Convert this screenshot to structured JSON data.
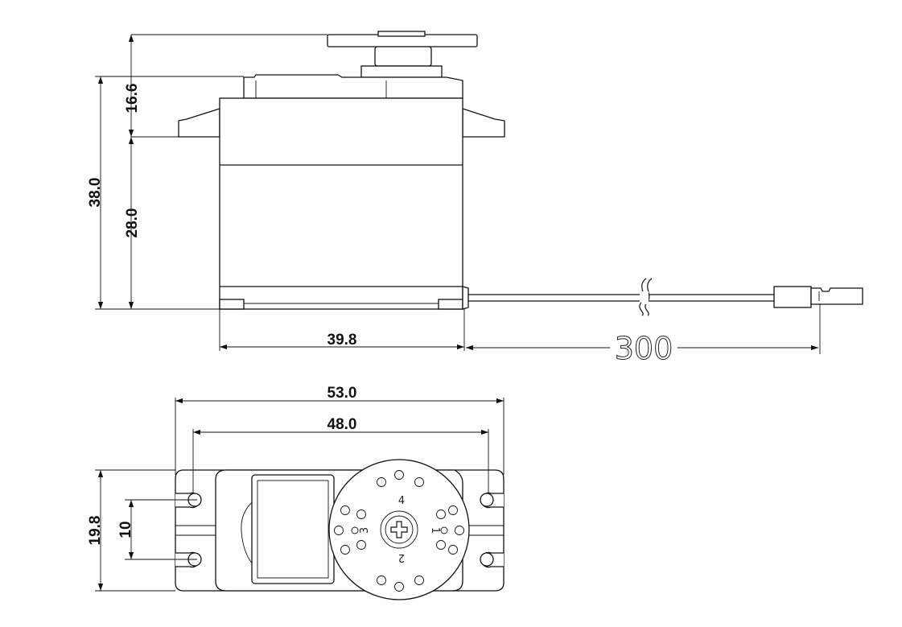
{
  "side_view": {
    "dim_top": "16.6",
    "dim_total_height": "38.0",
    "dim_body_height": "28.0",
    "dim_body_length": "39.8",
    "dim_wire_length": "300"
  },
  "top_view": {
    "dim_overall_length": "53.0",
    "dim_hole_spacing": "48.0",
    "dim_width": "19.8",
    "dim_hole_pitch": "10",
    "horn_labels": [
      "4",
      "1",
      "2",
      "3"
    ]
  }
}
